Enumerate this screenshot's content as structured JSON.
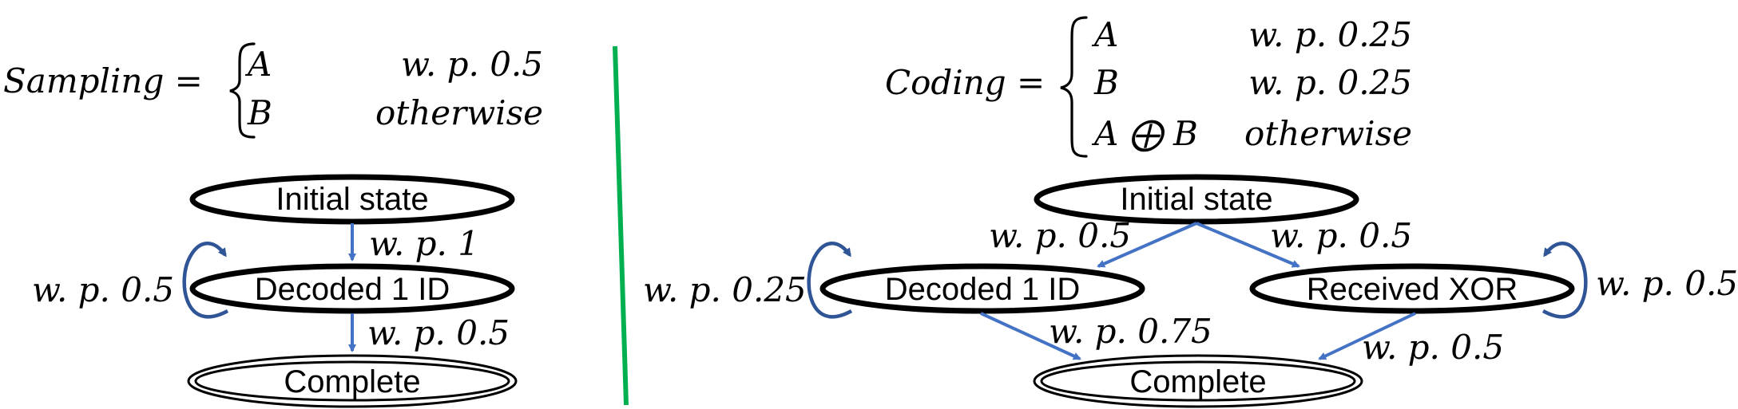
{
  "left_panel": {
    "lhs": "Sampling =",
    "cases": [
      {
        "value": "A",
        "condition": "w. p. 0.5"
      },
      {
        "value": "B",
        "condition": "otherwise"
      }
    ],
    "nodes": {
      "initial": "Initial state",
      "decoded": "Decoded 1 ID",
      "complete": "Complete"
    },
    "edge_labels": {
      "initial_to_decoded": "w. p. 1",
      "decoded_self_loop": "w. p. 0.5",
      "decoded_to_complete": "w. p. 0.5"
    }
  },
  "right_panel": {
    "lhs": "Coding =",
    "cases": [
      {
        "value": "A",
        "condition": "w. p. 0.25"
      },
      {
        "value": "B",
        "condition": "w. p. 0.25"
      },
      {
        "value": "A ⨁ B",
        "condition": "otherwise"
      }
    ],
    "nodes": {
      "initial": "Initial state",
      "decoded": "Decoded 1 ID",
      "received": "Received XOR",
      "complete": "Complete"
    },
    "edge_labels": {
      "initial_to_decoded": "w. p. 0.5",
      "initial_to_received": "w. p. 0.5",
      "decoded_self_loop": "w. p. 0.25",
      "received_self_loop": "w. p. 0.5",
      "decoded_to_complete": "w. p. 0.75",
      "received_to_complete": "w. p. 0.5"
    }
  },
  "colors": {
    "divider": "#00B050",
    "edge": "#4472C4",
    "loop": "#2F5597"
  }
}
